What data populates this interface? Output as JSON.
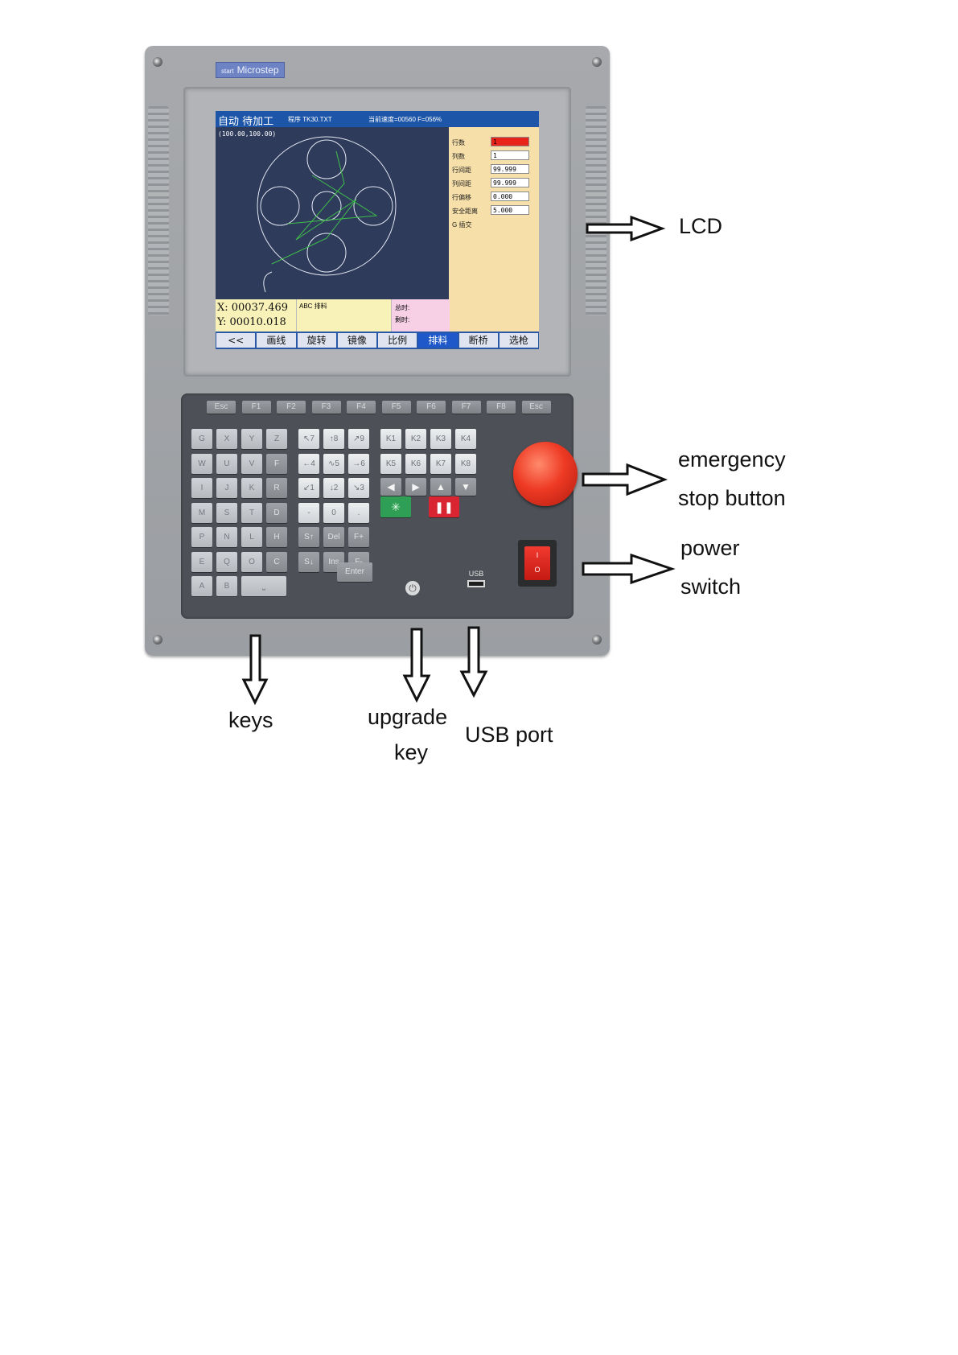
{
  "brand": {
    "small": "start",
    "name": "Microstep"
  },
  "screen": {
    "mode": "自动 待加工",
    "program": "程序 TK30.TXT",
    "status": "当前速度=00560  F=056%",
    "coords": "(100.00,100.00)",
    "params": [
      {
        "label": "行数",
        "value": "1",
        "highlight": true
      },
      {
        "label": "列数",
        "value": "1"
      },
      {
        "label": "行间距",
        "value": "99.999"
      },
      {
        "label": "列间距",
        "value": "99.999"
      },
      {
        "label": "行偏移",
        "value": "0.000"
      },
      {
        "label": "安全距离",
        "value": "5.000"
      },
      {
        "label": "G 插交",
        "value": ""
      }
    ],
    "x": "X: 00037.469",
    "y": "Y: 00010.018",
    "message": "ABC 排料",
    "total_time": "总时:",
    "remaining_time": "剩时:",
    "softkeys": [
      "<<",
      "画线",
      "旋转",
      "镜像",
      "比例",
      "排料",
      "断桥",
      "选枪"
    ],
    "active_softkey": 5
  },
  "keyboard": {
    "function_keys": [
      "Esc",
      "F1",
      "F2",
      "F3",
      "F4",
      "F5",
      "F6",
      "F7",
      "F8",
      "Esc"
    ],
    "letter_keys": [
      [
        "G",
        "X",
        "Y",
        "Z"
      ],
      [
        "W",
        "U",
        "V",
        "F"
      ],
      [
        "I",
        "J",
        "K",
        "R"
      ],
      [
        "M",
        "S",
        "T",
        "D"
      ],
      [
        "P",
        "N",
        "L",
        "H"
      ],
      [
        "E",
        "Q",
        "O",
        "C"
      ],
      [
        "A",
        "B",
        "⎵"
      ]
    ],
    "numpad": [
      [
        "↖7",
        "↑8",
        "↗9"
      ],
      [
        "←4",
        "∿5",
        "→6"
      ],
      [
        "↙1",
        "↓2",
        "↘3"
      ],
      [
        "-",
        "0",
        "."
      ],
      [
        "S↑",
        "Del",
        "F+"
      ],
      [
        "S↓",
        "Ins",
        "F-"
      ]
    ],
    "enter": "Enter",
    "k_keys": [
      [
        "K1",
        "K2",
        "K3",
        "K4"
      ],
      [
        "K5",
        "K6",
        "K7",
        "K8"
      ]
    ],
    "arrows": [
      "◀",
      "▶",
      "▲",
      "▼"
    ],
    "start": "✳",
    "pause": "❚❚",
    "power_on": "I",
    "power_off": "O",
    "upgrade": "⏻",
    "usb": "USB"
  },
  "annotations": {
    "lcd": "LCD",
    "estop_line1": "emergency",
    "estop_line2": "stop button",
    "power_line1": "power",
    "power_line2": "switch",
    "keys": "keys",
    "upgrade_line1": "upgrade",
    "upgrade_line2": "key",
    "usb": "USB port"
  },
  "colors": {
    "panel": "#a7a9ac",
    "screen_header": "#1d56a8",
    "estop": "#ee3a24",
    "start": "#2f9f55",
    "pause": "#d92432"
  }
}
